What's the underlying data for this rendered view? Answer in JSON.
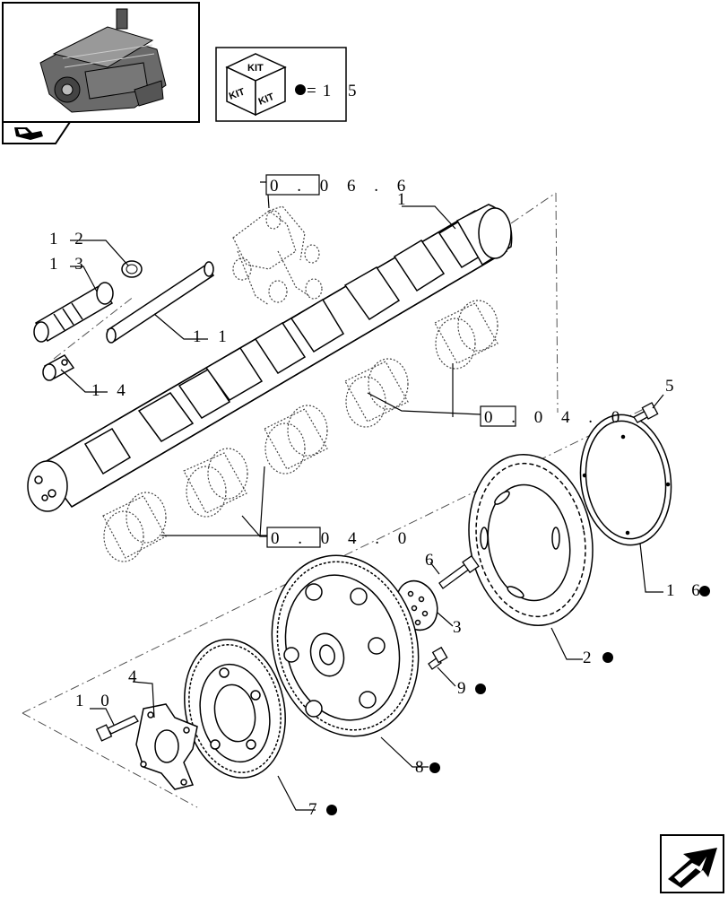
{
  "kit_box": {
    "kit_top": "KIT",
    "kit_left": "KIT",
    "kit_right": "KIT",
    "note": "=1 5"
  },
  "references": {
    "rocker": "0 . 0 6 . 6",
    "bearings_upper": "0 . 0 4 . 0",
    "bearings_lower": "0 . 0 4 . 0"
  },
  "callouts": {
    "c1": "1",
    "c2": "2",
    "c3": "3",
    "c4": "4",
    "c5": "5",
    "c6": "6",
    "c7": "7",
    "c8": "8",
    "c9": "9",
    "c10": "1 0",
    "c11": "1 1",
    "c12": "1 2",
    "c13": "1 3",
    "c14": "1 4",
    "c16": "1 6"
  }
}
